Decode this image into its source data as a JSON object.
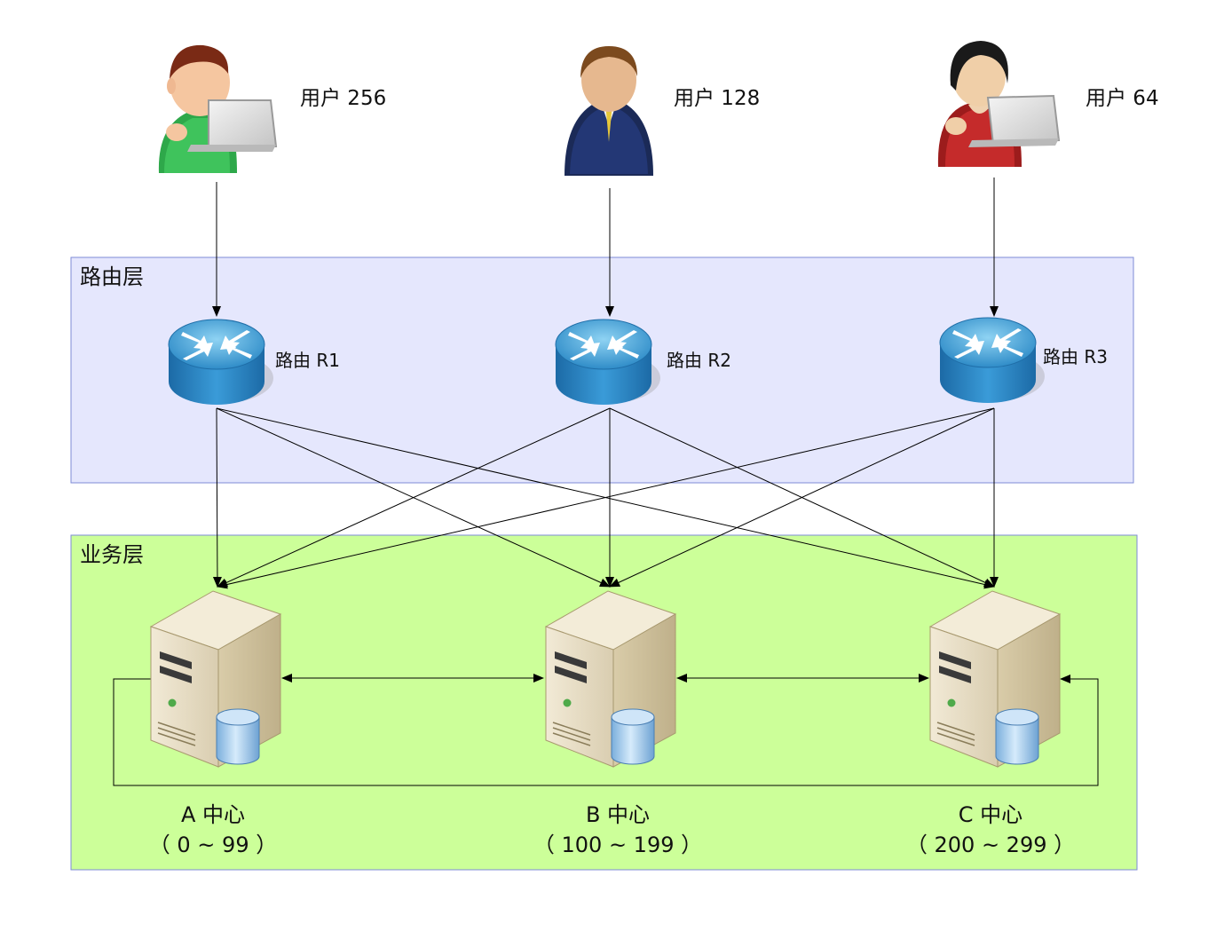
{
  "layers": {
    "routing": {
      "title": "路由层",
      "fill": "#e5e7fd",
      "stroke": "#7e8bd6"
    },
    "business": {
      "title": "业务层",
      "fill": "#ccff99",
      "stroke": "#7e8bd6"
    }
  },
  "users": [
    {
      "label": "用户 256",
      "icon": "user-green-laptop-icon"
    },
    {
      "label": "用户 128",
      "icon": "user-business-suit-icon"
    },
    {
      "label": "用户 64",
      "icon": "user-red-laptop-icon"
    }
  ],
  "routers": [
    {
      "label": "路由 R1",
      "icon": "router-icon"
    },
    {
      "label": "路由 R2",
      "icon": "router-icon"
    },
    {
      "label": "路由 R3",
      "icon": "router-icon"
    }
  ],
  "centers": [
    {
      "name": "A 中心",
      "range": "（  0 ~ 99  ）",
      "icon": "server-database-icon"
    },
    {
      "name": "B 中心",
      "range": "（  100 ~ 199  ）",
      "icon": "server-database-icon"
    },
    {
      "name": "C 中心",
      "range": "（  200 ~ 299  ）",
      "icon": "server-database-icon"
    }
  ]
}
